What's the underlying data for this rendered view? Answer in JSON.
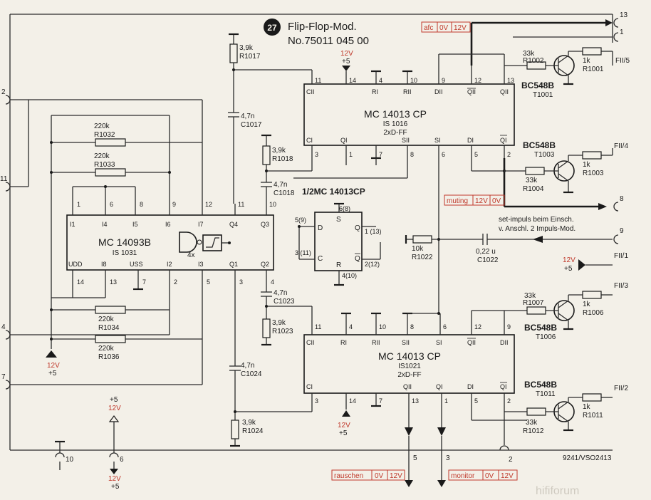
{
  "title": {
    "badge": "27",
    "line1": "Flip-Flop-Mod.",
    "line2": "No.75011 045 00"
  },
  "drawing_number": "9241/VSO2413",
  "watermark": "hififorum",
  "note": {
    "line1": "set-impuls beim Einsch.",
    "line2": "v. Anschl. 2 Impuls-Mod."
  },
  "signals": {
    "afc": {
      "name": "afc",
      "v1": "0V",
      "v2": "12V"
    },
    "muting": {
      "name": "muting",
      "v1": "12V",
      "v2": "0V"
    },
    "rauschen": {
      "name": "rauschen",
      "v1": "0V",
      "v2": "12V"
    },
    "monitor": {
      "name": "monitor",
      "v1": "0V",
      "v2": "12V"
    }
  },
  "ics": {
    "ic1016": {
      "name": "MC 14013 CP",
      "ref": "IS 1016",
      "desc": "2xD-FF"
    },
    "ic1021": {
      "name": "MC 14013 CP",
      "ref": "IS1021",
      "desc": "2xD-FF"
    },
    "ic1031": {
      "name": "MC 14093B",
      "ref": "IS 1031",
      "gate": "4x"
    },
    "half": {
      "name": "1/2MC 14013CP"
    }
  },
  "transistors": [
    {
      "type": "BC548B",
      "ref": "T1001"
    },
    {
      "type": "BC548B",
      "ref": "T1003"
    },
    {
      "type": "BC548B",
      "ref": "T1006"
    },
    {
      "type": "BC548B",
      "ref": "T1011"
    }
  ],
  "resistors": {
    "r1017": {
      "v": "3,9k",
      "ref": "R1017"
    },
    "r1018": {
      "v": "3,9k",
      "ref": "R1018"
    },
    "r1023": {
      "v": "3,9k",
      "ref": "R1023"
    },
    "r1024": {
      "v": "3,9k",
      "ref": "R1024"
    },
    "r1032": {
      "v": "220k",
      "ref": "R1032"
    },
    "r1033": {
      "v": "220k",
      "ref": "R1033"
    },
    "r1034": {
      "v": "220k",
      "ref": "R1034"
    },
    "r1036": {
      "v": "220k",
      "ref": "R1036"
    },
    "r1022": {
      "v": "10k",
      "ref": "R1022"
    },
    "r1002": {
      "v": "33k",
      "ref": "R1002"
    },
    "r1001": {
      "v": "1k",
      "ref": "R1001"
    },
    "r1004": {
      "v": "33k",
      "ref": "R1004"
    },
    "r1003": {
      "v": "1k",
      "ref": "R1003"
    },
    "r1007": {
      "v": "33k",
      "ref": "R1007"
    },
    "r1006": {
      "v": "1k",
      "ref": "R1006"
    },
    "r1012": {
      "v": "33k",
      "ref": "R1012"
    },
    "r1011": {
      "v": "1k",
      "ref": "R1011"
    }
  },
  "capacitors": {
    "c1017": {
      "v": "4,7n",
      "ref": "C1017"
    },
    "c1018": {
      "v": "4,7n",
      "ref": "C1018"
    },
    "c1023": {
      "v": "4,7n",
      "ref": "C1023"
    },
    "c1024": {
      "v": "4,7n",
      "ref": "C1024"
    },
    "c1022": {
      "v": "0,22 u",
      "ref": "C1022"
    }
  },
  "supply": {
    "v12": "12V",
    "v5": "+5"
  },
  "connectors_right": [
    "13",
    "1",
    "FII/5",
    "FII/4",
    "8",
    "9",
    "FII/1",
    "FII/3",
    "FII/2"
  ],
  "connectors_left": [
    "2",
    "11",
    "4",
    "7"
  ],
  "connectors_bottom": [
    "10",
    "6",
    "5",
    "3",
    "2"
  ],
  "ic1016_pins": {
    "top": [
      "11",
      "14",
      "4",
      "10",
      "9",
      "12",
      "13"
    ],
    "top_names": [
      "CII",
      "RI",
      "RII",
      "DII",
      "QII",
      "QII"
    ],
    "bottom": [
      "3",
      "1",
      "7",
      "8",
      "6",
      "5",
      "2"
    ],
    "bottom_names": [
      "CI",
      "QI",
      "SII",
      "SI",
      "DI",
      "QI"
    ]
  },
  "ic1021_pins": {
    "top": [
      "11",
      "4",
      "10",
      "8",
      "6",
      "12",
      "9"
    ],
    "top_names": [
      "CII",
      "RI",
      "RII",
      "SII",
      "SI",
      "QII",
      "DII"
    ],
    "bottom": [
      "3",
      "14",
      "7",
      "13",
      "1",
      "5",
      "2"
    ],
    "bottom_names": [
      "CI",
      "QII",
      "QI",
      "DI",
      "QI"
    ]
  },
  "ic1031_pins": {
    "top": [
      "1",
      "6",
      "8",
      "9",
      "12",
      "11",
      "10"
    ],
    "top_names": [
      "I1",
      "I4",
      "I5",
      "I6",
      "I7",
      "Q4",
      "Q3"
    ],
    "bottom": [
      "14",
      "13",
      "7",
      "2",
      "5",
      "3",
      "4"
    ],
    "bottom_names": [
      "UDD",
      "I8",
      "USS",
      "I2",
      "I3",
      "Q1",
      "Q2"
    ]
  },
  "half_pins": {
    "d": "5(9)",
    "s": "6(8)",
    "c": "3 (11)",
    "r": "4(10)",
    "q": "1 (13)",
    "qn": "2(12)",
    "names": [
      "D",
      "S",
      "Q",
      "C",
      "R",
      "Q"
    ]
  }
}
